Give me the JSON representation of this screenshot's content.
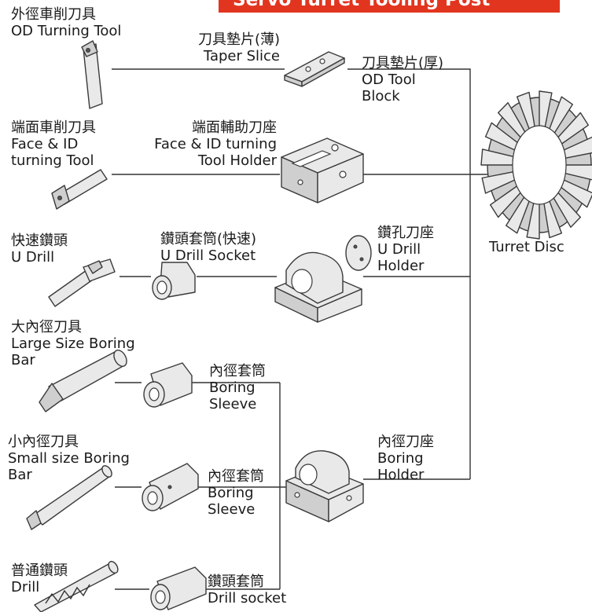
{
  "title": "Servo Turret Tooling Post",
  "nodes": {
    "od_turning_tool": {
      "zh": "外徑車削刀具",
      "en": "OD Turning Tool"
    },
    "taper_slice": {
      "zh": "刀具墊片(薄)",
      "en": "Taper Slice"
    },
    "od_tool_block": {
      "zh": "刀具墊片(厚)",
      "en1": "OD Tool",
      "en2": "Block"
    },
    "face_id_tool": {
      "zh": "端面車削刀具",
      "en1": "Face & ID",
      "en2": "turning Tool"
    },
    "face_id_holder": {
      "zh": "端面輔助刀座",
      "en1": "Face & ID turning",
      "en2": "Tool Holder"
    },
    "u_drill": {
      "zh": "快速鑽頭",
      "en": "U Drill"
    },
    "u_drill_socket": {
      "zh": "鑽頭套筒(快速)",
      "en": "U Drill Socket"
    },
    "u_drill_holder": {
      "zh": "鑽孔刀座",
      "en1": "U Drill",
      "en2": "Holder"
    },
    "turret_disc": {
      "en": "Turret Disc"
    },
    "large_boring_bar": {
      "zh": "大內徑刀具",
      "en1": "Large Size Boring",
      "en2": "Bar"
    },
    "boring_sleeve_1": {
      "zh": "內徑套筒",
      "en1": "Boring",
      "en2": "Sleeve"
    },
    "small_boring_bar": {
      "zh": "小內徑刀具",
      "en1": "Small size Boring",
      "en2": "Bar"
    },
    "boring_sleeve_2": {
      "zh": "內徑套筒",
      "en1": "Boring",
      "en2": "Sleeve"
    },
    "boring_holder": {
      "zh": "內徑刀座",
      "en1": "Boring",
      "en2": "Holder"
    },
    "drill": {
      "zh": "普通鑽頭",
      "en": "Drill"
    },
    "drill_socket": {
      "zh": "鑽頭套筒",
      "en": "Drill socket"
    }
  },
  "colors": {
    "title_bar": "#e2351f",
    "line": "#333333",
    "part_fill": "#e9e9e9"
  }
}
